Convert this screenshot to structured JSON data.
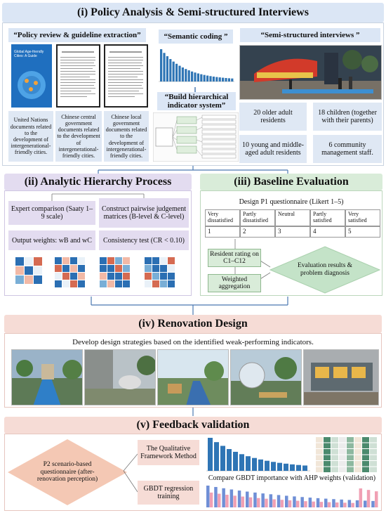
{
  "section1": {
    "title": "(i) Policy Analysis & Semi-structured Interviews",
    "policy_header": "“Policy review & guideline extraction”",
    "semantic_header": "“Semantic coding ”",
    "interview_header": "“Semi-structured interviews ”",
    "hierarchy_header": "“Build hierarchical indicator system”",
    "book_title": "Global Age-friendly Cities: A Guide",
    "docs": [
      "United Nations documents related to the development of intergenerational-friendly cities.",
      "Chinese central government documents related to the development of intergenerational-friendly cities.",
      "Chinese local government documents related to the development of intergenerational-friendly cities."
    ],
    "interviewees": [
      "20 older adult residents",
      "18 children (together with their parents)",
      "10 young and middle-aged adult residents",
      "6 community management staff."
    ]
  },
  "section2": {
    "title": "(ii) Analytic Hierarchy Process",
    "steps": [
      "Expert comparison (Saaty 1–9 scale)",
      "Construct pairwise judgement matrices (B-level & C-level)",
      "Output weights: wB and wC",
      "Consistency test (CR < 0.10)"
    ]
  },
  "section3": {
    "title": "(iii) Baseline Evaluation",
    "questionnaire_title": "Design P1 questionnaire (Likert 1–5)",
    "likert_labels": [
      "Very dissatisfied",
      "Partly dissatisfied",
      "Neutral",
      "Partly satisfied",
      "Very satisfied"
    ],
    "likert_values": [
      "1",
      "2",
      "3",
      "4",
      "5"
    ],
    "rating_box": "Resident rating on C1–C12",
    "aggregation_box": "Weighted aggregation",
    "diamond": "Evaluation results & problem diagnosis"
  },
  "section4": {
    "title": "(iv) Renovation Design",
    "subtitle": "Develop design strategies based on the identified weak-performing indicators."
  },
  "section5": {
    "title": "(v) Feedback validation",
    "diamond": "P2 scenario-based questionnaire (after-renovation perception)",
    "qualitative": "The Qualitative Framework Method",
    "gbdt": "GBDT regression training",
    "compare": "Compare GBDT importance with AHP weights (validation)"
  },
  "colors": {
    "blue_box": "#dbe6f5",
    "purple_box": "#e3dcf0",
    "green_box": "#d9ecd9",
    "pink_box": "#f6dcd6",
    "bar_blue": "#2f75b5"
  }
}
